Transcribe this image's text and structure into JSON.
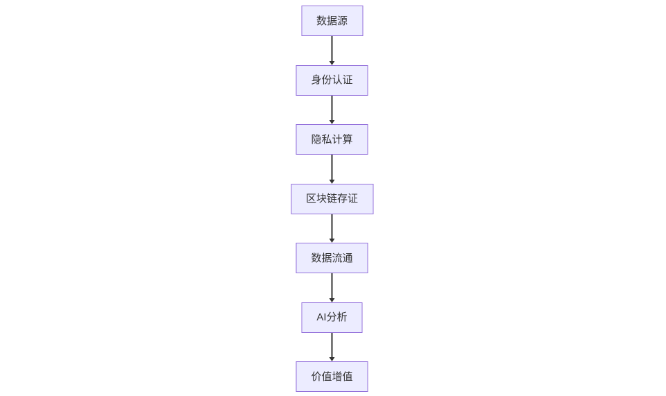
{
  "diagram": {
    "type": "flowchart",
    "direction": "top-down",
    "colors": {
      "background": "#ffffff",
      "node_fill": "#ececff",
      "node_border": "#9370db",
      "node_text": "#333333",
      "arrow": "#333333"
    },
    "nodes": [
      {
        "label": "数据源"
      },
      {
        "label": "身份认证"
      },
      {
        "label": "隐私计算"
      },
      {
        "label": "区块链存证"
      },
      {
        "label": "数据流通"
      },
      {
        "label": "AI分析"
      },
      {
        "label": "价值增值"
      }
    ],
    "edges": [
      {
        "from": "数据源",
        "to": "身份认证"
      },
      {
        "from": "身份认证",
        "to": "隐私计算"
      },
      {
        "from": "隐私计算",
        "to": "区块链存证"
      },
      {
        "from": "区块链存证",
        "to": "数据流通"
      },
      {
        "from": "数据流通",
        "to": "AI分析"
      },
      {
        "from": "AI分析",
        "to": "价值增值"
      }
    ]
  }
}
